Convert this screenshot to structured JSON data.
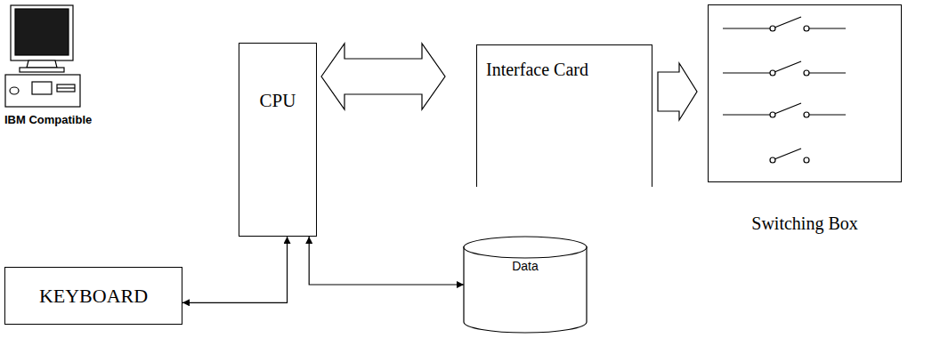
{
  "diagram": {
    "nodes": [
      {
        "text": [
          "CPU"
        ]
      },
      {
        "text": [
          "Interface Card"
        ]
      },
      {
        "text": [
          "Switching Box"
        ]
      },
      {
        "text": [
          "KEYBOARD"
        ]
      },
      {
        "text": [
          "Data"
        ]
      }
    ],
    "edges": [
      {
        "from": 3,
        "to": 0,
        "arrow": "both"
      },
      {
        "from": 4,
        "to": 0,
        "arrow": "both"
      },
      {
        "from": 0,
        "to": 1,
        "arrow": "both"
      },
      {
        "from": 1,
        "to": 2,
        "arrow": "to"
      }
    ],
    "labels": [
      "IBM Compatible"
    ]
  }
}
